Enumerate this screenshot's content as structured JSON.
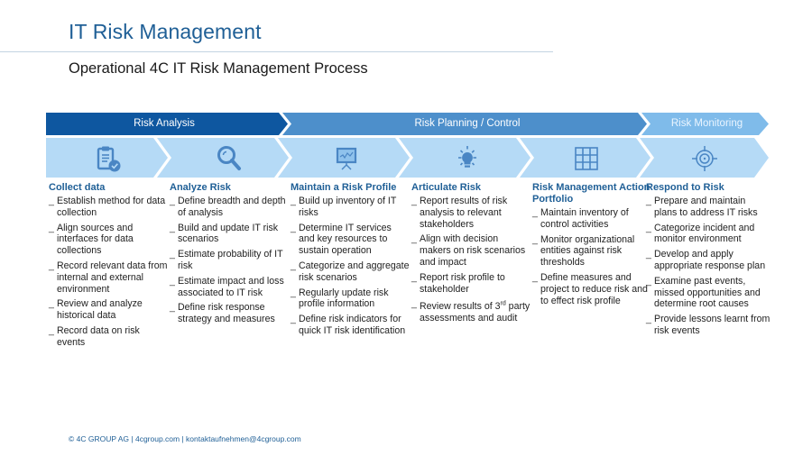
{
  "header": {
    "title": "IT Risk Management",
    "subtitle": "Operational 4C IT Risk Management Process"
  },
  "colors": {
    "title": "#1f5f96",
    "phase_analysis": "#0e57a0",
    "phase_planning": "#4d8fcb",
    "phase_monitoring": "#7fbbea",
    "step_chevron": "#b5daf6",
    "icon": "#4a86c4"
  },
  "phases": [
    {
      "label": "Risk Analysis"
    },
    {
      "label": "Risk Planning / Control"
    },
    {
      "label": "Risk Monitoring"
    }
  ],
  "steps": [
    {
      "icon": "clipboard-check-icon",
      "title": "Collect data",
      "items": [
        "Establish method for data collection",
        "Align sources and interfaces for data collections",
        "Record relevant data from internal and external environment",
        "Review and analyze historical data",
        "Record data on risk events"
      ]
    },
    {
      "icon": "magnifier-icon",
      "title": "Analyze Risk",
      "items": [
        "Define breadth and depth of analysis",
        "Build and update IT risk scenarios",
        "Estimate probability of IT risk",
        "Estimate impact and loss associated to IT risk",
        "Define risk response strategy and measures"
      ]
    },
    {
      "icon": "presentation-chart-icon",
      "title": "Maintain a Risk Profile",
      "items": [
        "Build up inventory of IT risks",
        "Determine IT services and key resources to sustain operation",
        "Categorize and aggregate risk scenarios",
        "Regularly update risk profile information",
        "Define risk indicators for quick IT risk identification"
      ]
    },
    {
      "icon": "lightbulb-icon",
      "title": "Articulate Risk",
      "items": [
        "Report results of risk analysis to relevant stakeholders",
        "Align with decision makers on risk scenarios and impact",
        "Report risk profile to stakeholder",
        "Review results of 3rd party assessments and audit"
      ]
    },
    {
      "icon": "grid-icon",
      "title": "Risk Management Action Portfolio",
      "items": [
        "Maintain inventory of control activities",
        "Monitor organizational entities against risk thresholds",
        "Define measures and project to reduce risk and to effect risk profile"
      ]
    },
    {
      "icon": "target-crosshair-icon",
      "title": "Respond to Risk",
      "items": [
        "Prepare and maintain plans to address IT risks",
        "Categorize incident and monitor environment",
        "Develop and apply appropriate response plan",
        "Examine past events, missed opportunities and determine root causes",
        "Provide lessons learnt from risk events"
      ]
    }
  ],
  "bullet": "_",
  "footer": {
    "text": "© 4C GROUP AG  |  4cgroup.com  |  kontaktaufnehmen@4cgroup.com"
  }
}
